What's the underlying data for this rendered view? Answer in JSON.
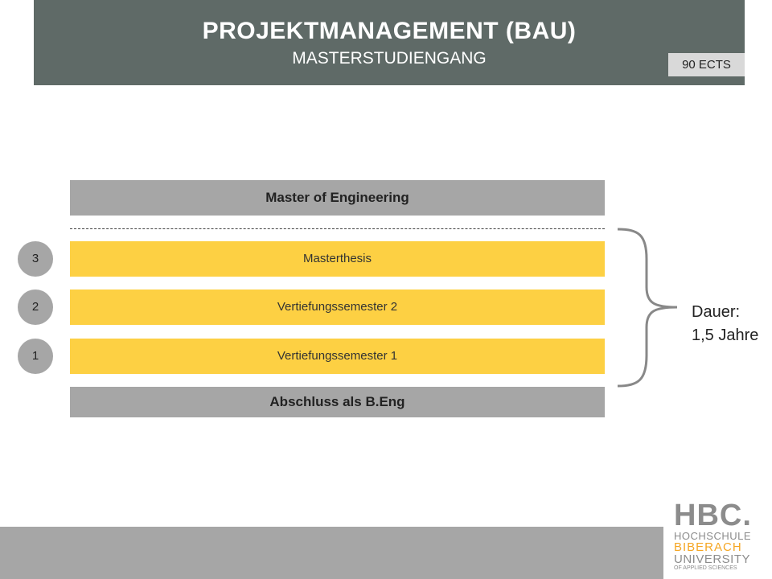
{
  "header": {
    "title": "PROJEKTMANAGEMENT (BAU)",
    "subtitle": "MASTERSTUDIENGANG",
    "ects": "90 ECTS"
  },
  "diagram": {
    "degree": "Master of Engineering",
    "semesters": [
      {
        "number": "3",
        "label": "Masterthesis"
      },
      {
        "number": "2",
        "label": "Vertiefungssemester  2"
      },
      {
        "number": "1",
        "label": "Vertiefungssemester  1"
      }
    ],
    "prerequisite": "Abschluss als B.Eng",
    "duration_label": "Dauer:",
    "duration_value": "1,5 Jahre"
  },
  "logo": {
    "brand": "HBC.",
    "line1": "HOCHSCHULE",
    "line2": "BIBERACH",
    "line3": "UNIVERSITY",
    "line4": "OF APPLIED SCIENCES"
  },
  "colors": {
    "header": "#5f6a67",
    "semester": "#fdd043",
    "gray": "#a6a6a6",
    "logo_accent": "#f5a623"
  }
}
